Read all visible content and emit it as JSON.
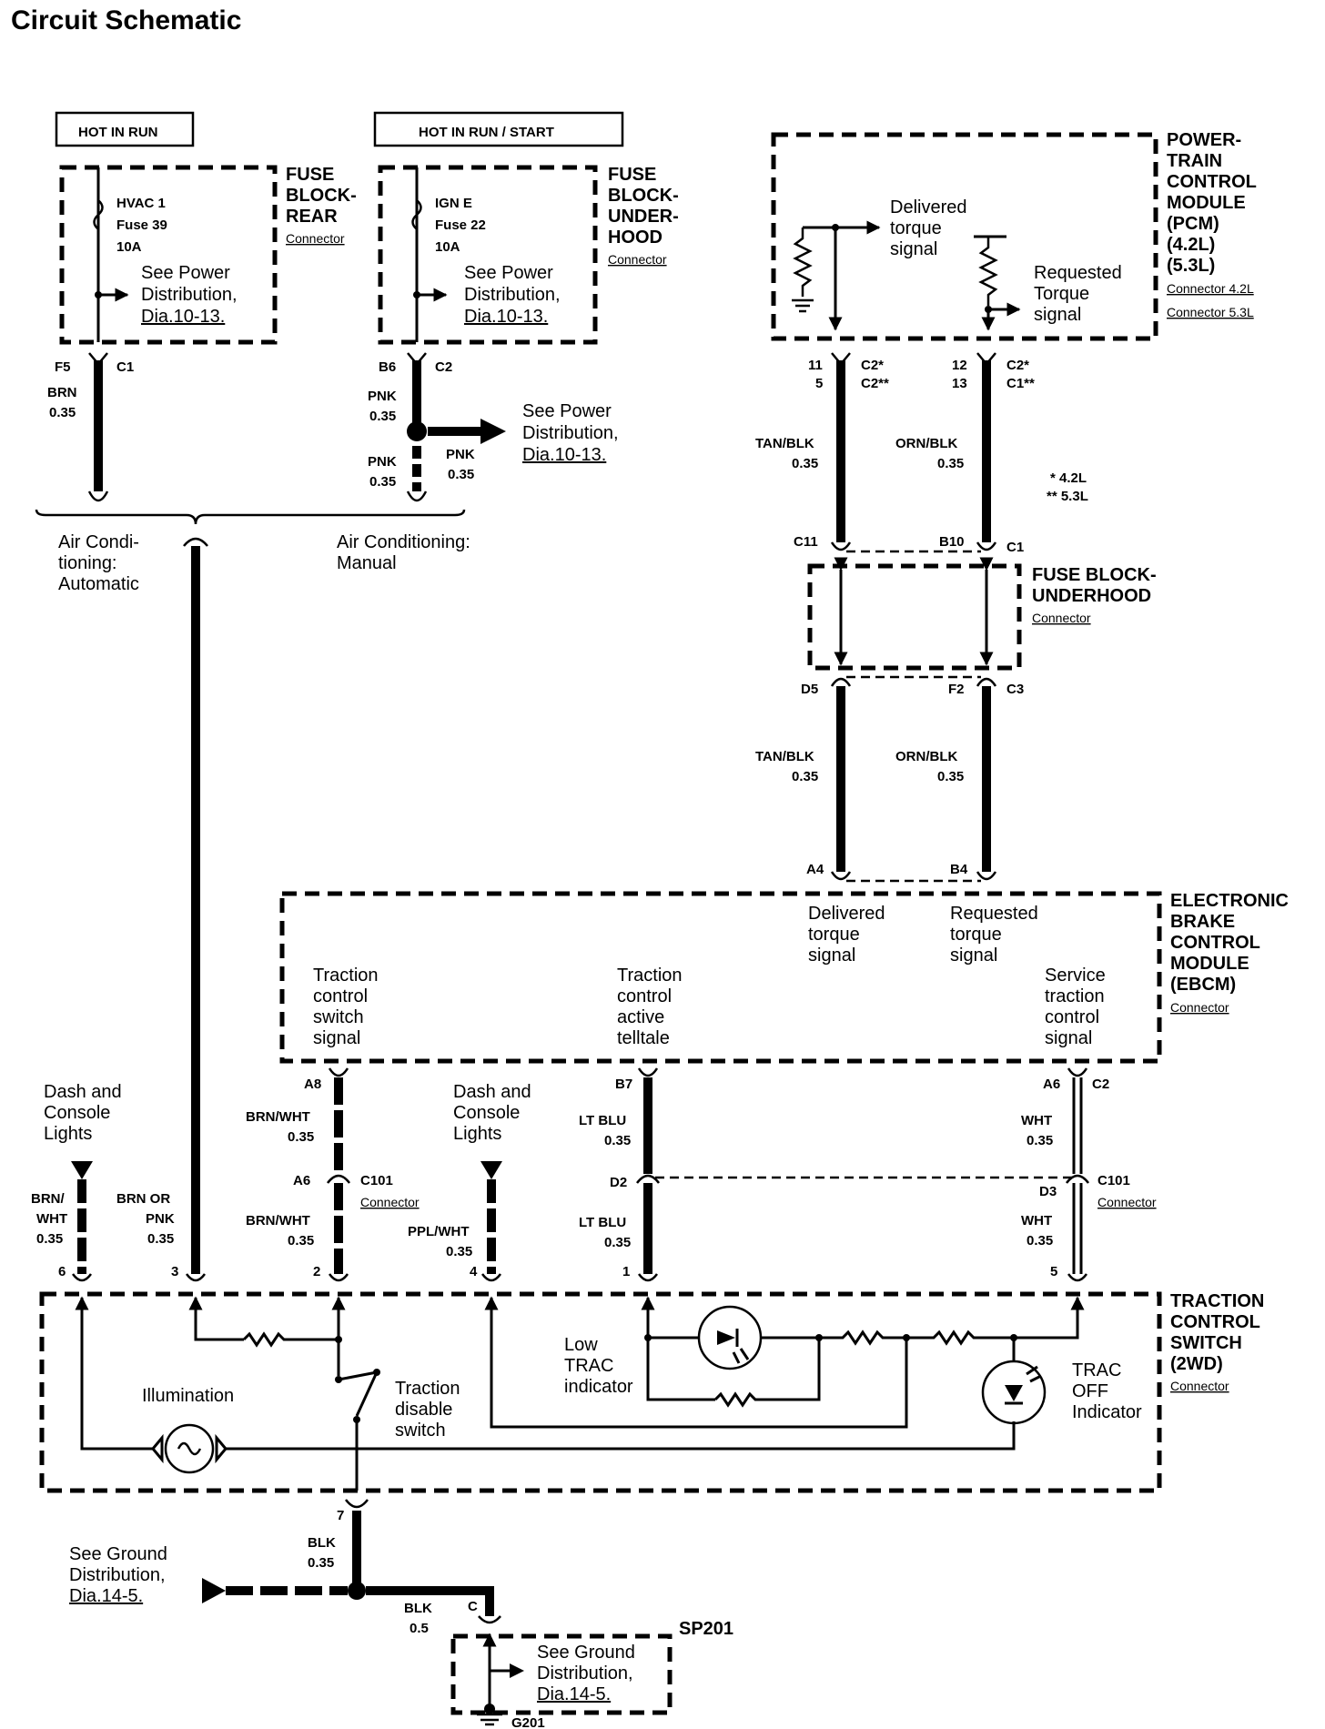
{
  "title": "Circuit Schematic",
  "power_labels": {
    "hot_run": "HOT IN  RUN",
    "hot_run_start": "HOT IN  RUN / START"
  },
  "fuse_block_rear": {
    "name": [
      "FUSE",
      "BLOCK-",
      "REAR"
    ],
    "sub": "Connector",
    "fuse": [
      "HVAC 1",
      "Fuse 39",
      "10A"
    ],
    "see": [
      "See Power",
      "Distribution,",
      "Dia.10-13."
    ],
    "pin": "F5",
    "conn": "C1",
    "wire": [
      "BRN",
      "0.35"
    ]
  },
  "fuse_block_underhood_top": {
    "name": [
      "FUSE",
      "BLOCK-",
      "UNDER-",
      "HOOD"
    ],
    "sub": "Connector",
    "fuse": [
      "IGN E",
      "Fuse 22",
      "10A"
    ],
    "see": [
      "See Power",
      "Distribution,",
      "Dia.10-13."
    ],
    "pin": "B6",
    "conn": "C2",
    "wire": [
      "PNK",
      "0.35"
    ],
    "wire_lower": [
      "PNK",
      "0.35"
    ],
    "wire_side": [
      "PNK",
      "0.35"
    ],
    "see_right": [
      "See Power",
      "Distribution,",
      "Dia.10-13."
    ]
  },
  "ac_options": {
    "automatic": [
      "Air Condi-",
      "tioning:",
      "Automatic"
    ],
    "manual": [
      "Air Conditioning:",
      "Manual"
    ]
  },
  "pcm": {
    "name": [
      "POWER-",
      "TRAIN",
      "CONTROL",
      "MODULE",
      "(PCM)",
      "(4.2L)",
      "(5.3L)"
    ],
    "sub": [
      "Connector 4.2L",
      "Connector 5.3L"
    ],
    "delivered": [
      "Delivered",
      "torque",
      "signal"
    ],
    "requested": [
      "Requested",
      "Torque",
      "signal"
    ],
    "pins_left": [
      "11",
      "5"
    ],
    "conn_left": [
      "C2*",
      "C2**"
    ],
    "pins_right": [
      "12",
      "13"
    ],
    "conn_right": [
      "C2*",
      "C1**"
    ],
    "notes": [
      "*  4.2L",
      "**  5.3L"
    ]
  },
  "wires_upper": {
    "left": [
      "TAN/BLK",
      "0.35"
    ],
    "right": [
      "ORN/BLK",
      "0.35"
    ]
  },
  "fuse_block_underhood_mid": {
    "name": [
      "FUSE BLOCK-",
      "UNDERHOOD"
    ],
    "sub": "Connector",
    "top_left": "C11",
    "top_mid": "B10",
    "top_right": "C1",
    "bot_left": "D5",
    "bot_mid": "F2",
    "bot_right": "C3"
  },
  "wires_lower": {
    "left": [
      "TAN/BLK",
      "0.35"
    ],
    "right": [
      "ORN/BLK",
      "0.35"
    ],
    "pin_left": "A4",
    "pin_right": "B4"
  },
  "ebcm": {
    "name": [
      "ELECTRONIC",
      "BRAKE",
      "CONTROL",
      "MODULE",
      "(EBCM)"
    ],
    "sub": "Connector",
    "delivered": [
      "Delivered",
      "torque",
      "signal"
    ],
    "requested": [
      "Requested",
      "torque",
      "signal"
    ],
    "tcs_signal": [
      "Traction",
      "control",
      "switch",
      "signal"
    ],
    "tc_active": [
      "Traction",
      "control",
      "active",
      "telltale"
    ],
    "service": [
      "Service",
      "traction",
      "control",
      "signal"
    ]
  },
  "lower_wiring": {
    "dash1": [
      "Dash and",
      "Console",
      "Lights"
    ],
    "dash2": [
      "Dash and",
      "Console",
      "Lights"
    ],
    "w6": [
      "BRN/",
      "WHT",
      "0.35"
    ],
    "w3": [
      "BRN OR",
      "PNK",
      "0.35"
    ],
    "a8": "A8",
    "w_a8": [
      "BRN/WHT",
      "0.35"
    ],
    "a6": "A6",
    "c101a": "C101",
    "c101a_sub": "Connector",
    "w_a6": [
      "BRN/WHT",
      "0.35"
    ],
    "w4": [
      "PPL/WHT",
      "0.35"
    ],
    "b7": "B7",
    "w_b7": [
      "LT BLU",
      "0.35"
    ],
    "d2": "D2",
    "w_d2": [
      "LT BLU",
      "0.35"
    ],
    "a6r": "A6",
    "c2": "C2",
    "w_a6r": [
      "WHT",
      "0.35"
    ],
    "d3": "D3",
    "c101b": "C101",
    "c101b_sub": "Connector",
    "w_d3": [
      "WHT",
      "0.35"
    ],
    "pins": [
      "6",
      "3",
      "2",
      "4",
      "1",
      "5"
    ]
  },
  "tcs": {
    "name": [
      "TRACTION",
      "CONTROL",
      "SWITCH",
      "(2WD)"
    ],
    "sub": "Connector",
    "low_trac": [
      "Low",
      "TRAC",
      "indicator"
    ],
    "illumination": "Illumination",
    "disable": [
      "Traction",
      "disable",
      "switch"
    ],
    "trac_off": [
      "TRAC",
      "OFF",
      "Indicator"
    ]
  },
  "ground": {
    "pin7": "7",
    "w7": [
      "BLK",
      "0.35"
    ],
    "see_left": [
      "See Ground",
      "Distribution,",
      "Dia.14-5."
    ],
    "wc": [
      "BLK",
      "0.5"
    ],
    "c": "C",
    "sp": "SP201",
    "see_box": [
      "See Ground",
      "Distribution,",
      "Dia.14-5."
    ],
    "g": "G201"
  }
}
